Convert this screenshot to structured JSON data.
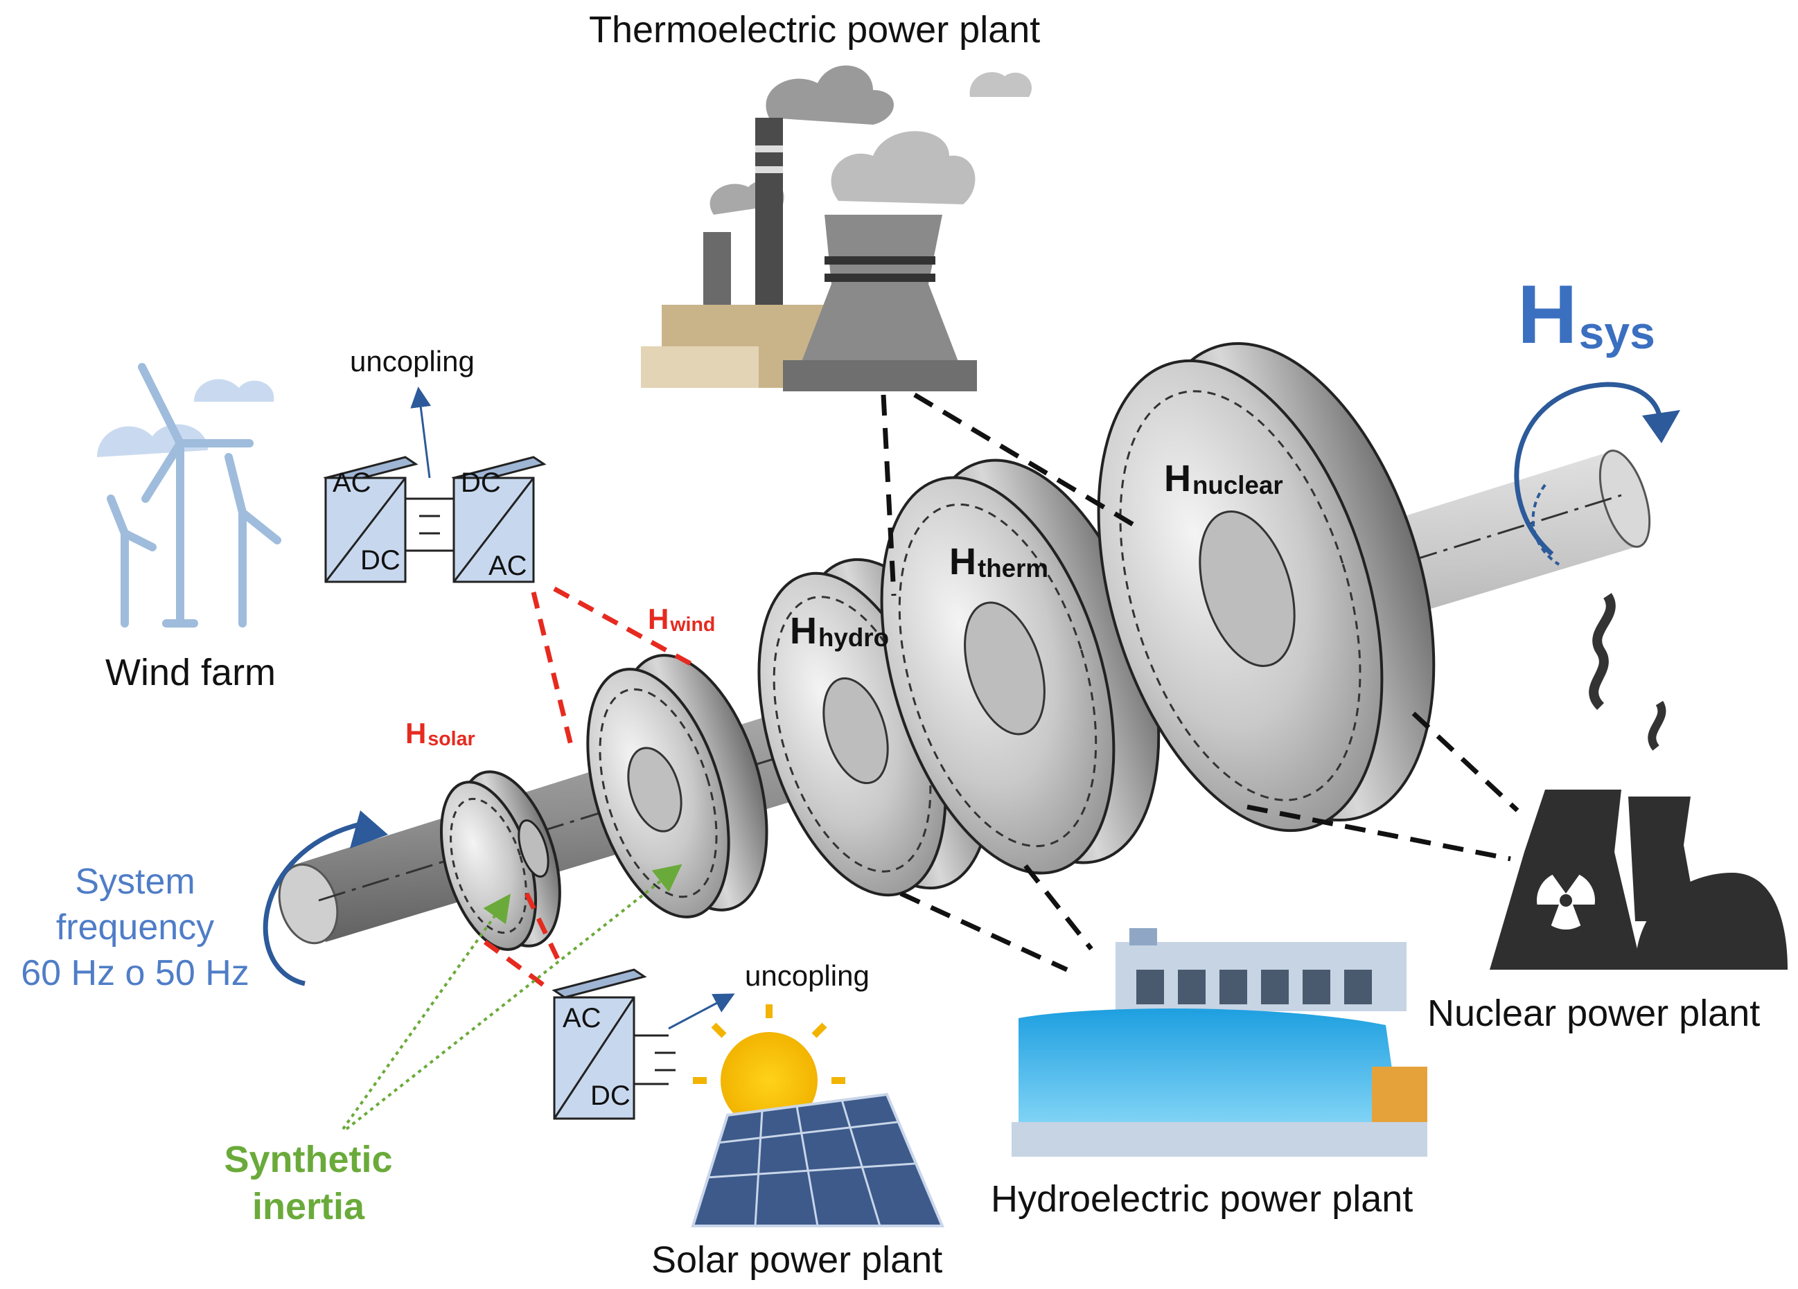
{
  "plants": {
    "thermo": "Thermoelectric power plant",
    "wind": "Wind farm",
    "solar": "Solar power plant",
    "hydro": "Hydroelectric power plant",
    "nuclear": "Nuclear power plant"
  },
  "decoupling": {
    "wind": "uncopling",
    "solar": "uncopling"
  },
  "system_frequency": {
    "line1": "System",
    "line2": "frequency",
    "line3": "60 Hz o 50 Hz"
  },
  "synthetic_inertia": {
    "line1": "Synthetic",
    "line2": "inertia"
  },
  "inertia": {
    "H": "H",
    "solar": "solar",
    "wind": "wind",
    "hydro": "hydro",
    "therm": "therm",
    "nuclear": "nuclear",
    "sys": "sys"
  },
  "converters": {
    "ac": "AC",
    "dc": "DC"
  },
  "colors": {
    "renewable_link": "#e62a1f",
    "conventional_link": "#111111",
    "system_inertia": "#3b6fc0",
    "synthetic_inertia": "#6aaa3a",
    "converter_fill": "#c7d8ee",
    "shaft_metal": "#b9b9b9"
  }
}
